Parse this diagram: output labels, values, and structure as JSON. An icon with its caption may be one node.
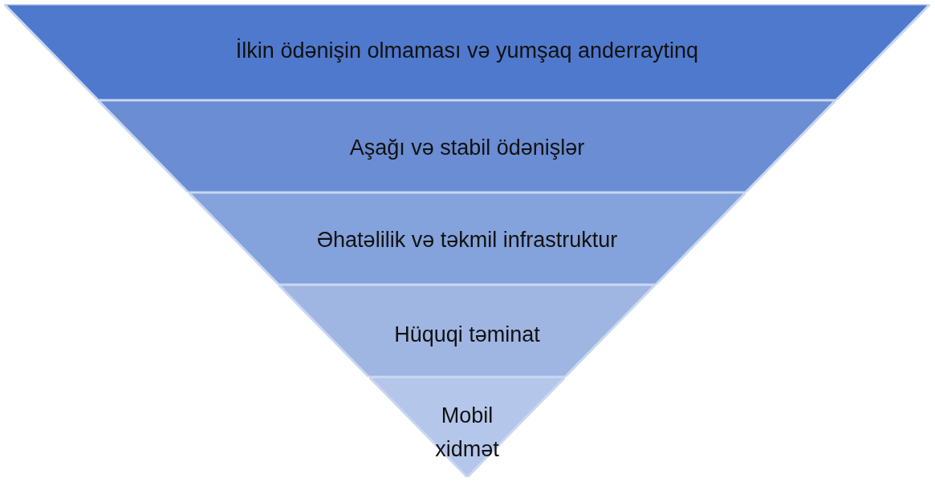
{
  "diagram": {
    "nodes": [
      {
        "text": [
          "İlkin ödənişin olmaması və yumşaq anderraytinq"
        ]
      },
      {
        "text": [
          "Aşağı və stabil ödənişlər"
        ]
      },
      {
        "text": [
          "Əhatəlilik və təkmil infrastruktur"
        ]
      },
      {
        "text": [
          "Hüquqi təminat"
        ]
      },
      {
        "text": [
          "Mobil xidmət"
        ]
      }
    ]
  }
}
